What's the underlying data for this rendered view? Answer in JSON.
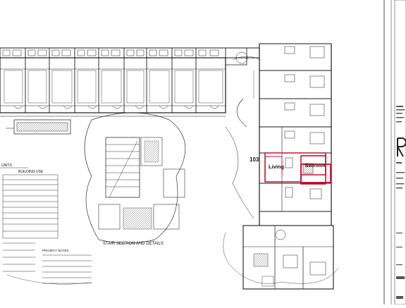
{
  "labels": {
    "units": "UNITS",
    "building_use": "BUILDING USE",
    "stair_section": "STAIR SECTION AND DETAILS",
    "project_notes": "PROJECT NOTES",
    "unit_number": "103",
    "living": "Living",
    "bedroom": "Bedroom"
  },
  "colors": {
    "highlight": "#c8102e",
    "ink": "#1a1a1a",
    "paper": "#ffffff"
  }
}
